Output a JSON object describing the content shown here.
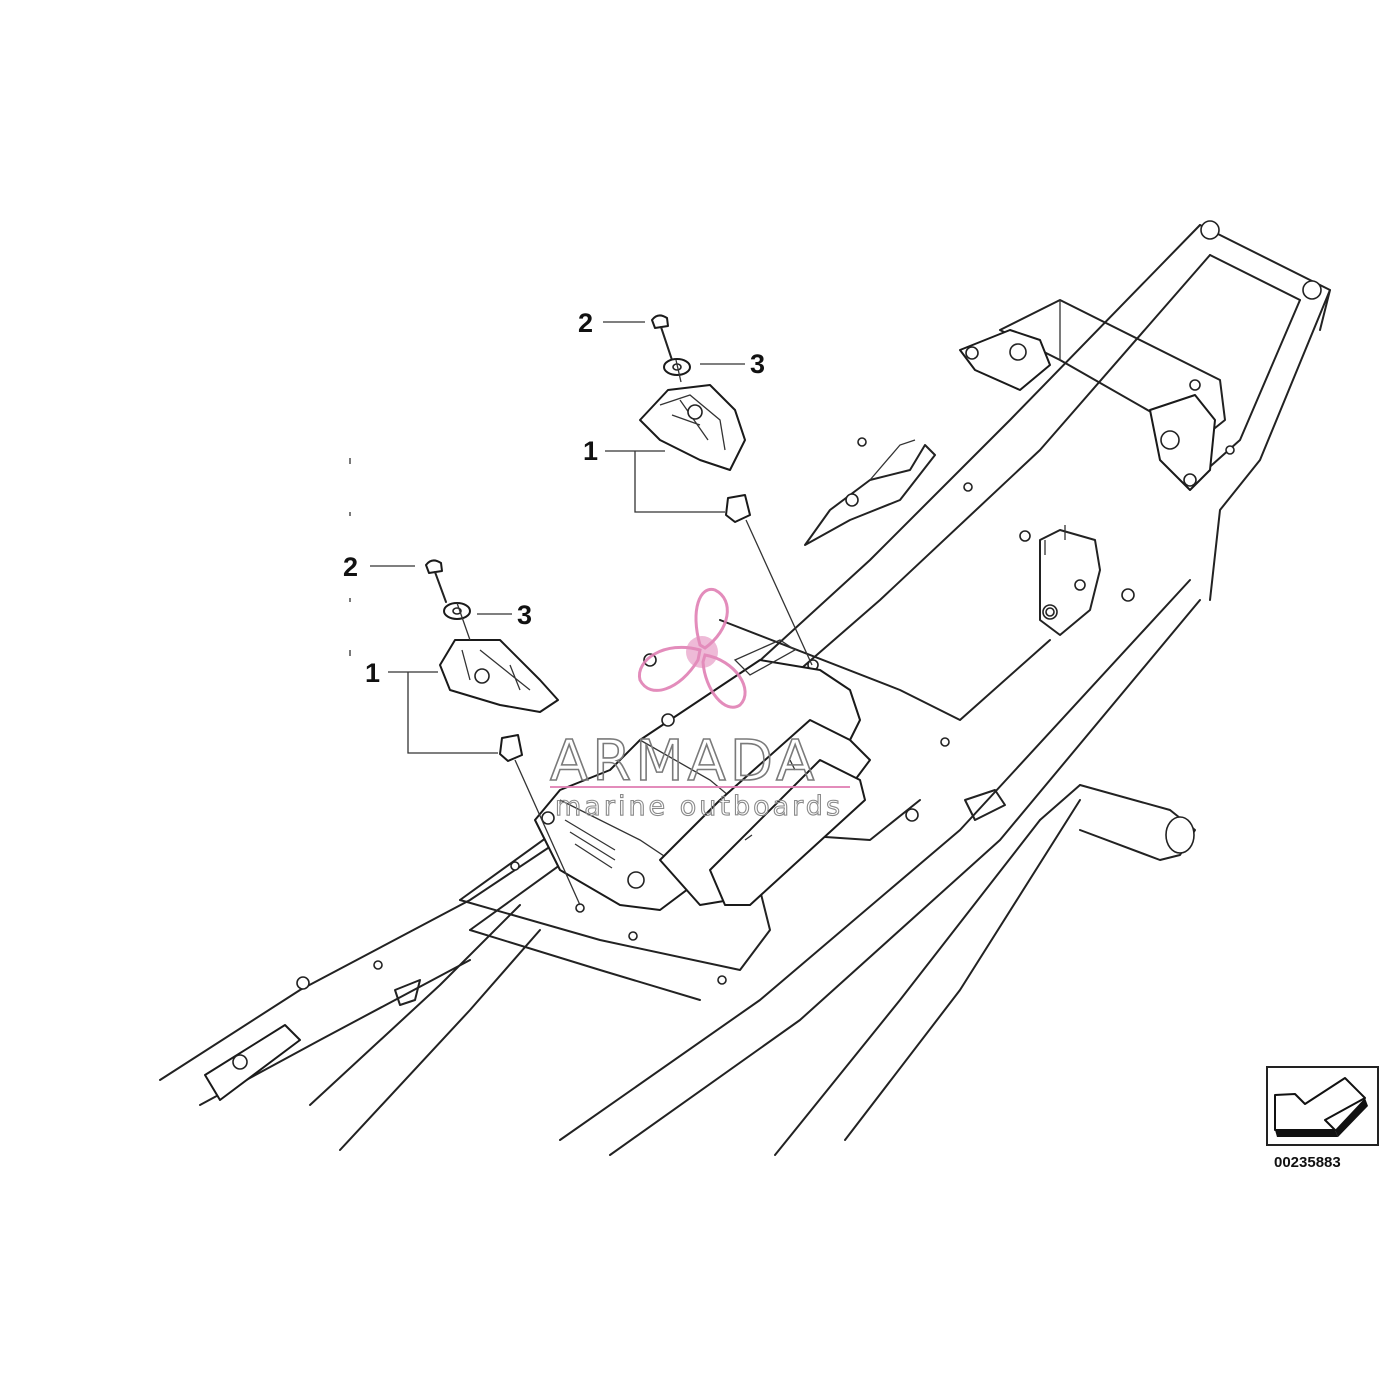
{
  "diagram": {
    "callouts": [
      {
        "id": "upper-1",
        "label": "1"
      },
      {
        "id": "upper-2",
        "label": "2"
      },
      {
        "id": "upper-3",
        "label": "3"
      },
      {
        "id": "lower-1",
        "label": "1"
      },
      {
        "id": "lower-2",
        "label": "2"
      },
      {
        "id": "lower-3",
        "label": "3"
      }
    ],
    "diagram_number": "00235883",
    "icon": "view-direction-arrow-icon"
  },
  "watermark": {
    "title": "ARMADA",
    "subtitle": "marine outboards",
    "logo": "propeller-logo",
    "color": "#e07fb4"
  }
}
